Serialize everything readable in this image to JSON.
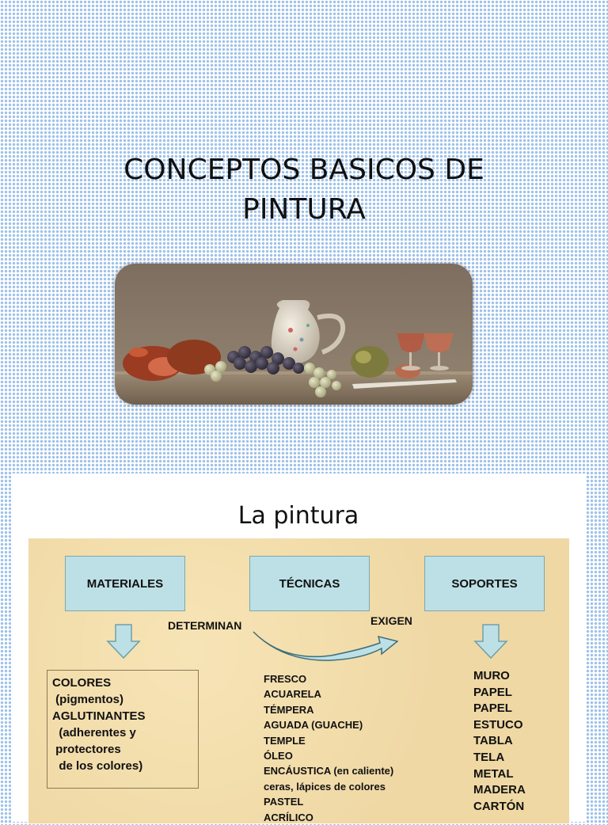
{
  "slide1": {
    "title_line1": "CONCEPTOS BASICOS DE",
    "title_line2": "PINTURA"
  },
  "slide2": {
    "title": "La pintura",
    "boxes": {
      "materiales": "MATERIALES",
      "tecnicas": "TÉCNICAS",
      "soportes": "SOPORTES"
    },
    "connectors": {
      "determinan": "DETERMINAN",
      "exigen": "EXIGEN"
    },
    "materiales_list": [
      "COLORES",
      " (pigmentos)",
      "AGLUTINANTES",
      "  (adherentes y",
      " protectores",
      "  de los colores)"
    ],
    "tecnicas_list": [
      "FRESCO",
      "ACUARELA",
      "TÉMPERA",
      "AGUADA (GUACHE)",
      "TEMPLE",
      "ÓLEO",
      "ENCÁUSTICA (en caliente)",
      "ceras, lápices de colores",
      "PASTEL",
      "ACRÍLICO"
    ],
    "soportes_list": [
      "MURO",
      "PAPEL",
      "PAPEL",
      "ESTUCO",
      "TABLA",
      "TELA",
      "METAL",
      "MADERA",
      "CARTÓN"
    ]
  },
  "colors": {
    "background_dots": "#9fc1ea",
    "diagram_bg": "#efd8a4",
    "box_fill": "#bde0e6",
    "arrow_fill": "#bde0e6"
  },
  "icons": {
    "painting": "still-life-painting",
    "down_arrow": "down-arrow-icon",
    "curved_arrow": "curved-arrow-icon"
  }
}
